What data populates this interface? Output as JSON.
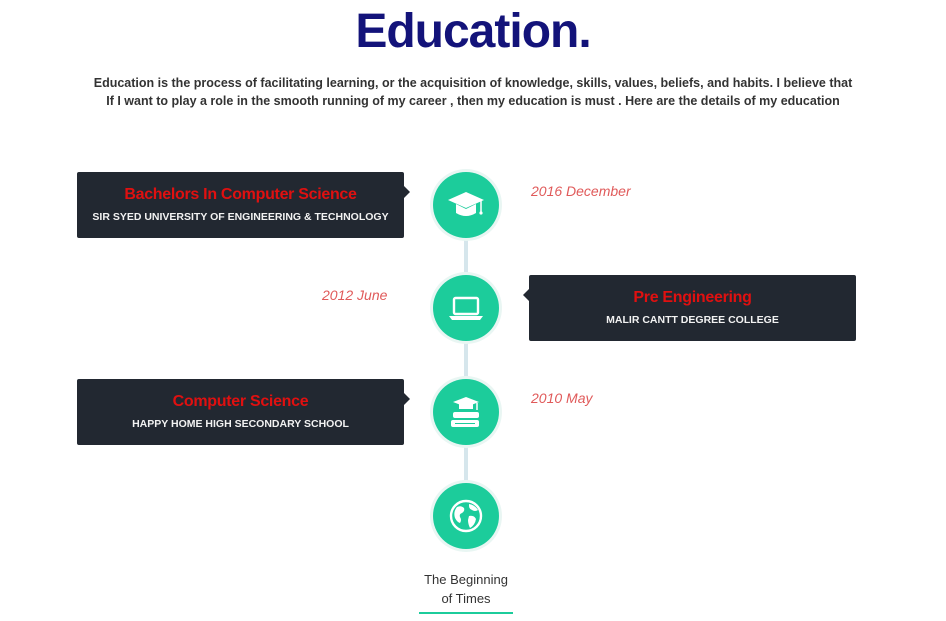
{
  "header": {
    "title": "Education.",
    "intro": "Education is the process of facilitating learning, or the acquisition of knowledge, skills, values, beliefs, and habits. I believe that If I want to play a role in the smooth running of my career , then my education is must . Here are the details of my education"
  },
  "timeline": {
    "items": [
      {
        "title": "Bachelors In Computer Science",
        "institution": "SIR SYED UNIVERSITY OF ENGINEERING & TECHNOLOGY",
        "date": "2016 December",
        "icon": "graduation-cap-icon"
      },
      {
        "title": "Pre Engineering",
        "institution": "MALIR CANTT DEGREE COLLEGE",
        "date": "2012 June",
        "icon": "laptop-icon"
      },
      {
        "title": "Computer Science",
        "institution": "HAPPY HOME HIGH SECONDARY SCHOOL",
        "date": "2010 May",
        "icon": "books-icon"
      }
    ],
    "end": {
      "line1": "The Beginning",
      "line2": "of Times",
      "icon": "globe-icon"
    }
  },
  "colors": {
    "title": "#13137a",
    "accent": "#1ccc9b",
    "card_background": "#222831",
    "card_title": "#e01010",
    "date": "#e05a5a"
  }
}
